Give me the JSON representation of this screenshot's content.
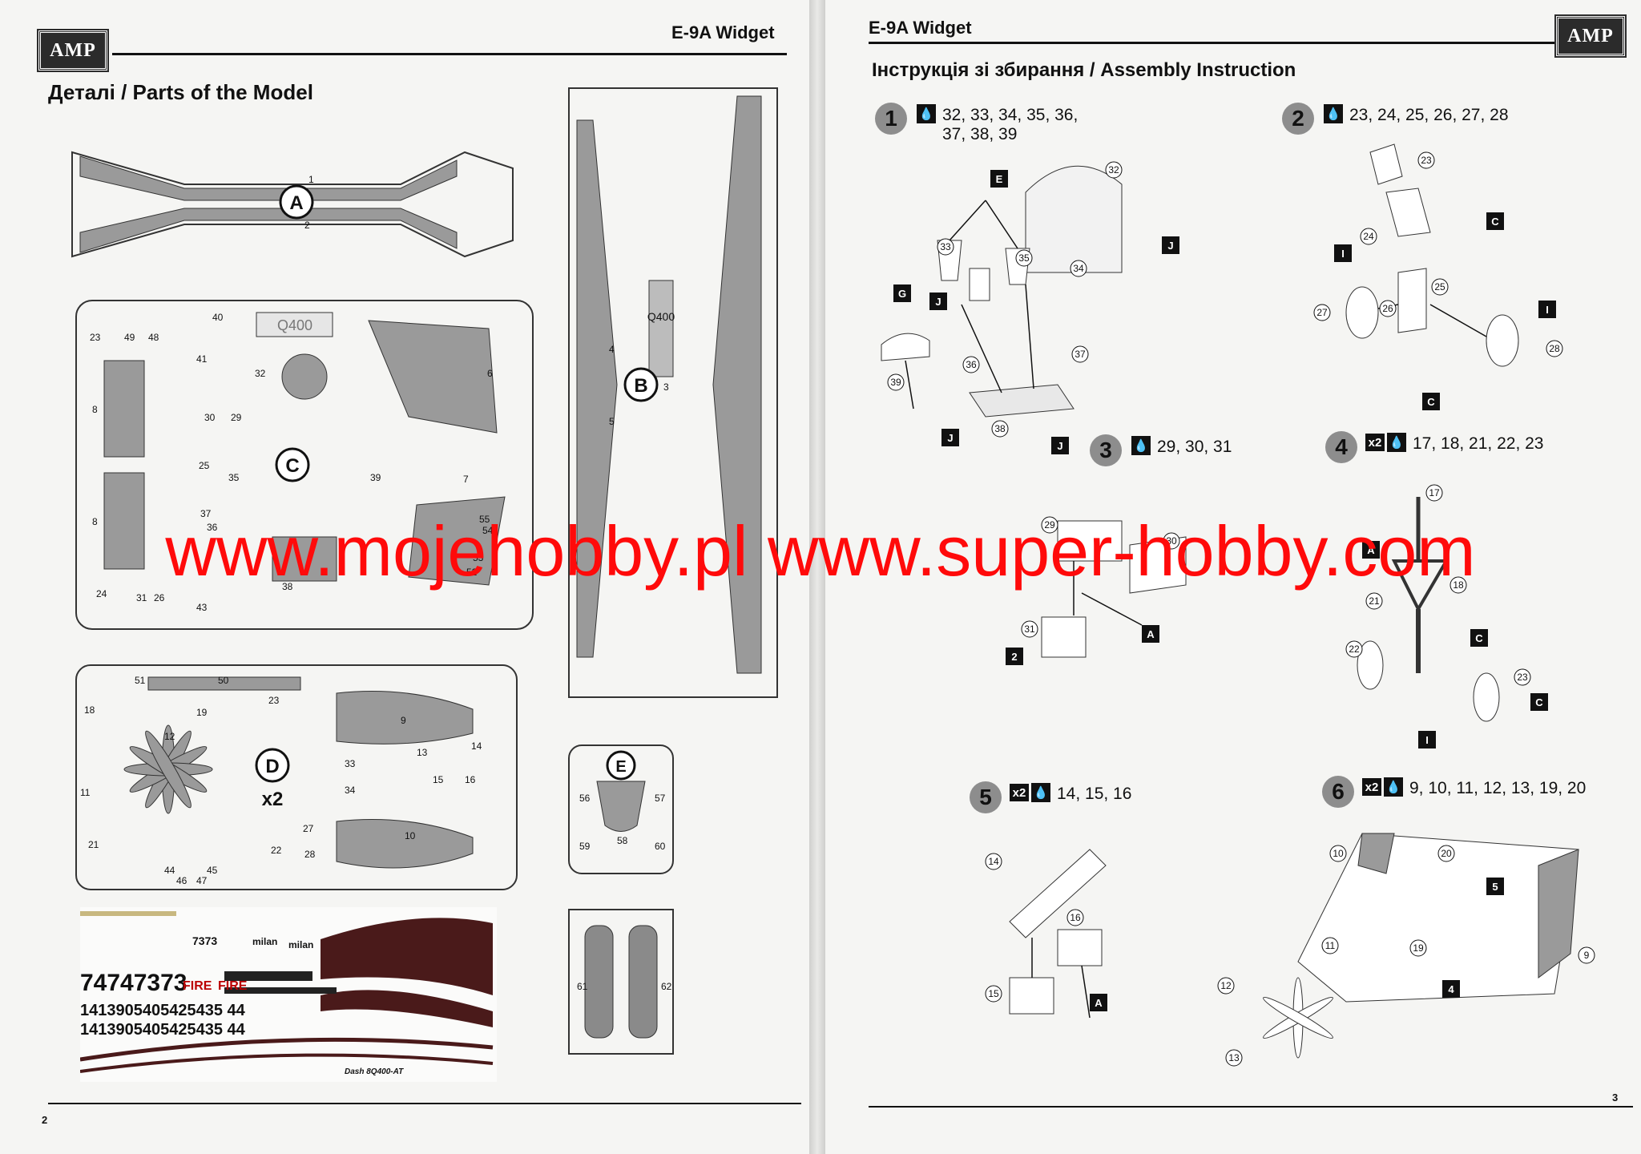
{
  "left_page": {
    "logo": "AMP",
    "header_title": "E-9A Widget",
    "section_title": "Деталі / Parts of the Model",
    "page_number": "2",
    "sprues": [
      {
        "letter": "A",
        "labels": [
          "1",
          "2"
        ]
      },
      {
        "letter": "B",
        "labels": [
          "3",
          "4",
          "5"
        ],
        "panel_text": "Q400"
      },
      {
        "letter": "C",
        "panel_text": "Q400",
        "labels": [
          "23",
          "49",
          "48",
          "40",
          "41",
          "32",
          "6",
          "8",
          "30",
          "29",
          "25",
          "35",
          "39",
          "7",
          "37",
          "36",
          "55",
          "54",
          "53",
          "52",
          "38",
          "24",
          "31",
          "26",
          "43",
          "8"
        ]
      },
      {
        "letter": "D",
        "count": "x2",
        "labels": [
          "51",
          "50",
          "23",
          "18",
          "19",
          "9",
          "12",
          "13",
          "14",
          "11",
          "33",
          "34",
          "15",
          "16",
          "27",
          "10",
          "21",
          "22",
          "28",
          "44",
          "45",
          "46",
          "47"
        ]
      },
      {
        "letter": "E",
        "labels": [
          "56",
          "57",
          "58",
          "59",
          "60"
        ]
      },
      {
        "letter": "",
        "labels": [
          "61",
          "62"
        ]
      }
    ],
    "decal_sheet": {
      "numbers": [
        "74747373",
        "1413905405425435 44",
        "1413905405425435 44"
      ],
      "words": [
        "FIRE",
        "FIRE",
        "milan",
        "milan",
        "7373"
      ],
      "caption": "Dash 8Q400-AT"
    }
  },
  "right_page": {
    "logo": "AMP",
    "header_title": "E-9A Widget",
    "section_title": "Інструкція зі збирання / Assembly Instruction",
    "page_number": "3",
    "steps": [
      {
        "number": "1",
        "multiplier": "",
        "parts": "32, 33, 34, 35, 36,\n37, 38, 39"
      },
      {
        "number": "2",
        "multiplier": "",
        "parts": "23, 24, 25, 26, 27, 28"
      },
      {
        "number": "3",
        "multiplier": "",
        "parts": "29, 30, 31"
      },
      {
        "number": "4",
        "multiplier": "x2",
        "parts": "17, 18, 21, 22, 23"
      },
      {
        "number": "5",
        "multiplier": "x2",
        "parts": "14, 15, 16"
      },
      {
        "number": "6",
        "multiplier": "x2",
        "parts": "9, 10, 11, 12, 13, 19, 20"
      }
    ],
    "callouts": {
      "step1": [
        "32",
        "33",
        "35",
        "34",
        "37",
        "36",
        "38",
        "39"
      ],
      "step2": [
        "23",
        "24",
        "25",
        "26",
        "27",
        "28"
      ],
      "step3": [
        "29",
        "30",
        "31"
      ],
      "step4": [
        "17",
        "18",
        "21",
        "22",
        "23"
      ],
      "step5": [
        "14",
        "16",
        "15"
      ],
      "step6": [
        "10",
        "20",
        "19",
        "11",
        "12",
        "13",
        "9"
      ]
    },
    "paint_codes": [
      "E",
      "J",
      "G",
      "J",
      "J",
      "J",
      "C",
      "I",
      "I",
      "C",
      "A",
      "A",
      "C",
      "C",
      "I",
      "A"
    ],
    "sub_refs": [
      "2",
      "5",
      "4"
    ]
  },
  "watermark": "www.mojehobby.pl www.super-hobby.com",
  "colors": {
    "paper": "#f5f5f3",
    "ink": "#111111",
    "part_grey": "#9a9a9a",
    "watermark": "#ff0a0a",
    "decal_maroon": "#4a1a1a"
  }
}
